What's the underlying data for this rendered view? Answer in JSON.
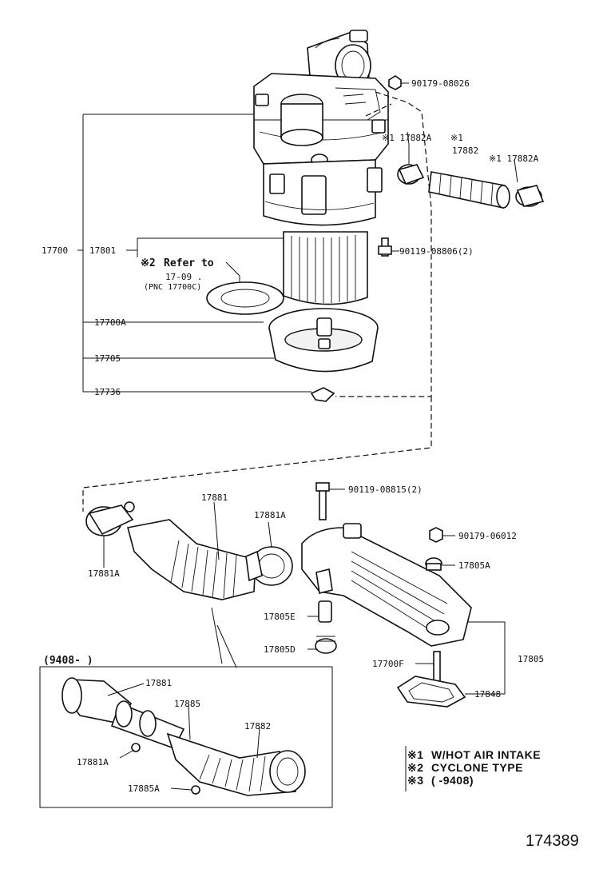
{
  "figure": {
    "document_number": "174389",
    "inset_title": "(9408-        )",
    "refer_note": {
      "symbol": "※2",
      "line1": "Refer to",
      "line2": "17-09  .",
      "line3": "(PNC 17700C)"
    },
    "legend": [
      {
        "symbol": "※1",
        "text": "W/HOT AIR INTAKE"
      },
      {
        "symbol": "※2",
        "text": "CYCLONE TYPE"
      },
      {
        "symbol": "※3",
        "text": "(      -9408)"
      }
    ],
    "callouts": {
      "p90179_08026": "90179-08026",
      "p17882A_top": "※1 17882A",
      "p17882_sym": "※1",
      "p17882": "17882",
      "p17882A_right": "※1 17882A",
      "p90119_08806": "90119-08806(2)",
      "p17700": "17700",
      "p17801": "17801",
      "p17700A": "17700A",
      "p17705": "17705",
      "p17736": "17736",
      "p90119_08815": "90119-08815(2)",
      "p17881": "17881",
      "p17881A_right": "17881A",
      "p17881A_left": "17881A",
      "p90179_06012": "90179-06012",
      "p17805A": "17805A",
      "p17805E": "17805E",
      "p17805D": "17805D",
      "p17700F": "17700F",
      "p17805": "17805",
      "p17848": "17848",
      "inset_17881": "17881",
      "inset_17885": "17885",
      "inset_17882": "17882",
      "inset_17881A": "17881A",
      "inset_17885A": "17885A"
    }
  }
}
